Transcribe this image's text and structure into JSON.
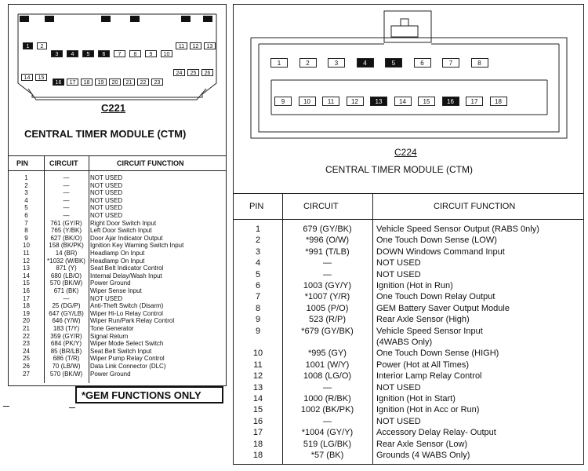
{
  "left": {
    "connector_id": "C221",
    "module_title": "CENTRAL TIMER MODULE (CTM)",
    "pins_row1": [
      {
        "n": "1",
        "filled": true
      },
      {
        "n": "2",
        "filled": false
      }
    ],
    "pins_row1_right": [
      {
        "n": "11",
        "filled": false
      },
      {
        "n": "12",
        "filled": false
      },
      {
        "n": "13",
        "filled": false
      }
    ],
    "pins_row2": [
      {
        "n": "3",
        "filled": true
      },
      {
        "n": "4",
        "filled": true
      },
      {
        "n": "5",
        "filled": true
      },
      {
        "n": "6",
        "filled": true
      },
      {
        "n": "7",
        "filled": false
      },
      {
        "n": "8",
        "filled": false
      },
      {
        "n": "9",
        "filled": false
      },
      {
        "n": "10",
        "filled": false
      }
    ],
    "pins_row3_left": [
      {
        "n": "14",
        "filled": false
      },
      {
        "n": "15",
        "filled": false
      }
    ],
    "pins_row3_right": [
      {
        "n": "24",
        "filled": false
      },
      {
        "n": "25",
        "filled": false
      },
      {
        "n": "26",
        "filled": false
      }
    ],
    "pins_row4": [
      {
        "n": "16",
        "filled": true
      },
      {
        "n": "17",
        "filled": false
      },
      {
        "n": "18",
        "filled": false
      },
      {
        "n": "19",
        "filled": false
      },
      {
        "n": "20",
        "filled": false
      },
      {
        "n": "21",
        "filled": false
      },
      {
        "n": "22",
        "filled": false
      },
      {
        "n": "23",
        "filled": false
      }
    ],
    "headers": {
      "pin": "PIN",
      "circuit": "CIRCUIT",
      "function": "CIRCUIT FUNCTION"
    },
    "rows": [
      {
        "pin": "1",
        "circuit": "—",
        "function": "NOT USED"
      },
      {
        "pin": "2",
        "circuit": "—",
        "function": "NOT USED"
      },
      {
        "pin": "3",
        "circuit": "—",
        "function": "NOT USED"
      },
      {
        "pin": "4",
        "circuit": "—",
        "function": "NOT USED"
      },
      {
        "pin": "5",
        "circuit": "—",
        "function": "NOT USED"
      },
      {
        "pin": "6",
        "circuit": "—",
        "function": "NOT USED"
      },
      {
        "pin": "7",
        "circuit": "761  (GY/R)",
        "function": "Right Door Switch Input"
      },
      {
        "pin": "8",
        "circuit": "765  (Y/BK)",
        "function": "Left Door Switch Input"
      },
      {
        "pin": "9",
        "circuit": "627  (BK/O)",
        "function": "Door Ajar Indicator Output"
      },
      {
        "pin": "10",
        "circuit": "158  (BK/PK)",
        "function": "Ignition Key Warning Switch Input"
      },
      {
        "pin": "11",
        "circuit": "14  (BR)",
        "function": "Headlamp On Input"
      },
      {
        "pin": "12",
        "circuit": "*1032  (W/BK)",
        "function": "Headlamp On Input"
      },
      {
        "pin": "13",
        "circuit": "871  (Y)",
        "function": "Seat Belt Indicator Control"
      },
      {
        "pin": "14",
        "circuit": "680  (LB/O)",
        "function": "Internal Delay/Wash Input"
      },
      {
        "pin": "15",
        "circuit": "570  (BK/W)",
        "function": "Power Ground"
      },
      {
        "pin": "16",
        "circuit": "671  (BK)",
        "function": "Wiper Sense Input"
      },
      {
        "pin": "17",
        "circuit": "—",
        "function": "NOT USED"
      },
      {
        "pin": "18",
        "circuit": "25  (DG/P)",
        "function": "Anti-Theft Switch (Disarm)"
      },
      {
        "pin": "19",
        "circuit": "647  (GY/LB)",
        "function": "Wiper Hi-Lo Relay Control"
      },
      {
        "pin": "20",
        "circuit": "646  (Y/W)",
        "function": "Wiper Run/Park Relay Control"
      },
      {
        "pin": "21",
        "circuit": "183  (T/Y)",
        "function": "Tone Generator"
      },
      {
        "pin": "22",
        "circuit": "359  (GY/R)",
        "function": "Signal Return"
      },
      {
        "pin": "23",
        "circuit": "684  (PK/Y)",
        "function": "Wiper Mode Select Switch"
      },
      {
        "pin": "24",
        "circuit": "85  (BR/LB)",
        "function": "Seat Belt Switch Input"
      },
      {
        "pin": "25",
        "circuit": "686  (T/R)",
        "function": "Wiper Pump Relay Control"
      },
      {
        "pin": "26",
        "circuit": "70  (LB/W)",
        "function": "Data Link Connector (DLC)"
      },
      {
        "pin": "27",
        "circuit": "570  (BK/W)",
        "function": "Power Ground"
      }
    ],
    "footnote": "*GEM FUNCTIONS ONLY"
  },
  "right": {
    "connector_id": "C224",
    "module_title": "CENTRAL TIMER MODULE (CTM)",
    "pins_top": [
      {
        "n": "1",
        "filled": false
      },
      {
        "n": "2",
        "filled": false
      },
      {
        "n": "3",
        "filled": false
      },
      {
        "n": "4",
        "filled": true
      },
      {
        "n": "5",
        "filled": true
      },
      {
        "n": "6",
        "filled": false
      },
      {
        "n": "7",
        "filled": false
      },
      {
        "n": "8",
        "filled": false
      }
    ],
    "pins_bottom": [
      {
        "n": "9",
        "filled": false
      },
      {
        "n": "10",
        "filled": false
      },
      {
        "n": "11",
        "filled": false
      },
      {
        "n": "12",
        "filled": false
      },
      {
        "n": "13",
        "filled": true
      },
      {
        "n": "14",
        "filled": false
      },
      {
        "n": "15",
        "filled": false
      },
      {
        "n": "16",
        "filled": true
      },
      {
        "n": "17",
        "filled": false
      },
      {
        "n": "18",
        "filled": false
      }
    ],
    "headers": {
      "pin": "PIN",
      "circuit": "CIRCUIT",
      "function": "CIRCUIT FUNCTION"
    },
    "rows": [
      {
        "pin": "1",
        "circuit": "679 (GY/BK)",
        "function": "Vehicle Speed Sensor Output (RABS 0nly)"
      },
      {
        "pin": "2",
        "circuit": "*996 (O/W)",
        "function": "One Touch Down Sense (LOW)"
      },
      {
        "pin": "3",
        "circuit": "*991 (T/LB)",
        "function": "DOWN Windows Command Input"
      },
      {
        "pin": "4",
        "circuit": "—",
        "function": "NOT USED"
      },
      {
        "pin": "5",
        "circuit": "—",
        "function": "NOT USED"
      },
      {
        "pin": "6",
        "circuit": "1003 (GY/Y)",
        "function": "Ignition (Hot in Run)"
      },
      {
        "pin": "7",
        "circuit": "*1007 (Y/R)",
        "function": "One Touch Down Relay Output"
      },
      {
        "pin": "8",
        "circuit": "1005 (P/O)",
        "function": "GEM Battery Saver Output Module"
      },
      {
        "pin": "9",
        "circuit": "523 (R/P)",
        "function": "Rear Axle Sensor (High)"
      },
      {
        "pin": "9",
        "circuit": "*679 (GY/BK)",
        "function": "Vehicle Speed Sensor Input"
      },
      {
        "pin": "",
        "circuit": "",
        "function": "(4WABS Only)"
      },
      {
        "pin": "10",
        "circuit": "*995 (GY)",
        "function": "One Touch Down Sense (HIGH)"
      },
      {
        "pin": "11",
        "circuit": "1001 (W/Y)",
        "function": "Power (Hot at All Times)"
      },
      {
        "pin": "12",
        "circuit": "1008 (LG/O)",
        "function": "Interior Lamp Relay Control"
      },
      {
        "pin": "13",
        "circuit": "—",
        "function": "NOT USED"
      },
      {
        "pin": "14",
        "circuit": "1000 (R/BK)",
        "function": "Ignition (Hot in Start)"
      },
      {
        "pin": "15",
        "circuit": "1002 (BK/PK)",
        "function": "Ignition (Hot in Acc or Run)"
      },
      {
        "pin": "16",
        "circuit": "—",
        "function": "NOT USED"
      },
      {
        "pin": "17",
        "circuit": "*1004 (GY/Y)",
        "function": "Accessory Delay Relay- Output"
      },
      {
        "pin": "18",
        "circuit": "519 (LG/BK)",
        "function": "Rear Axle Sensor (Low)"
      },
      {
        "pin": "18",
        "circuit": "*57 (BK)",
        "function": "Grounds (4 WABS Only)"
      }
    ]
  }
}
